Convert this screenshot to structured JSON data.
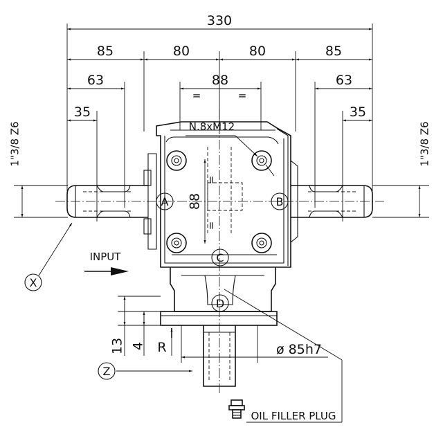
{
  "dimensions": {
    "overall_width": "330",
    "left_outer": "85",
    "left_inner": "80",
    "right_inner": "80",
    "right_outer": "85",
    "left_63": "63",
    "center_88": "88",
    "right_63": "63",
    "left_35": "35",
    "right_35": "35",
    "equal_mark": "=",
    "bolt_spec": "N.8xM12",
    "vertical_88": "88",
    "shaft_left": "1\"3/8 Z6",
    "shaft_right": "1\"3/8 Z6",
    "height_13": "13",
    "height_4": "4",
    "radius_r": "R",
    "diameter": "ø 85h7"
  },
  "labels": {
    "a": "A",
    "b": "B",
    "c": "C",
    "d": "D",
    "x": "X",
    "z": "Z",
    "input": "INPUT",
    "oil_filler_plug": "OIL FILLER PLUG"
  }
}
